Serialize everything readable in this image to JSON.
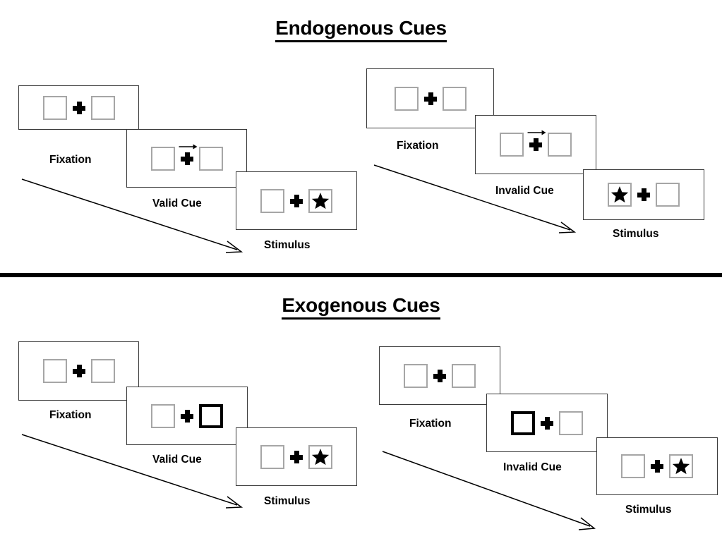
{
  "figure": {
    "sections": [
      {
        "id": "endogenous",
        "title": "Endogenous Cues",
        "sequences": [
          {
            "id": "endogenous-valid",
            "panels": [
              {
                "caption": "Fixation",
                "cue_type": "none",
                "left_box": "empty",
                "right_box": "empty",
                "center": "fixation-cross"
              },
              {
                "caption": "Valid Cue",
                "cue_type": "arrow-right",
                "left_box": "empty",
                "right_box": "empty",
                "center": "fixation-cross"
              },
              {
                "caption": "Stimulus",
                "cue_type": "none",
                "left_box": "empty",
                "right_box": "star",
                "center": "fixation-cross"
              }
            ]
          },
          {
            "id": "endogenous-invalid",
            "panels": [
              {
                "caption": "Fixation",
                "cue_type": "none",
                "left_box": "empty",
                "right_box": "empty",
                "center": "fixation-cross"
              },
              {
                "caption": "Invalid Cue",
                "cue_type": "arrow-right",
                "left_box": "empty",
                "right_box": "empty",
                "center": "fixation-cross"
              },
              {
                "caption": "Stimulus",
                "cue_type": "none",
                "left_box": "star",
                "right_box": "empty",
                "center": "fixation-cross"
              }
            ]
          }
        ]
      },
      {
        "id": "exogenous",
        "title": "Exogenous Cues",
        "sequences": [
          {
            "id": "exogenous-valid",
            "panels": [
              {
                "caption": "Fixation",
                "cue_type": "none",
                "left_box": "empty",
                "right_box": "empty",
                "center": "fixation-cross"
              },
              {
                "caption": "Valid Cue",
                "cue_type": "box-highlight-right",
                "left_box": "empty",
                "right_box": "cued",
                "center": "fixation-cross"
              },
              {
                "caption": "Stimulus",
                "cue_type": "none",
                "left_box": "empty",
                "right_box": "star",
                "center": "fixation-cross"
              }
            ]
          },
          {
            "id": "exogenous-invalid",
            "panels": [
              {
                "caption": "Fixation",
                "cue_type": "none",
                "left_box": "empty",
                "right_box": "empty",
                "center": "fixation-cross"
              },
              {
                "caption": "Invalid Cue",
                "cue_type": "box-highlight-left",
                "left_box": "cued",
                "right_box": "empty",
                "center": "fixation-cross"
              },
              {
                "caption": "Stimulus",
                "cue_type": "none",
                "left_box": "empty",
                "right_box": "star",
                "center": "fixation-cross"
              }
            ]
          }
        ]
      }
    ],
    "colors": {
      "frame_border": "#3a3a3a",
      "box_border": "#a6a6a6",
      "cued_box_border": "#000000",
      "stimulus_fill": "#000000",
      "divider": "#000000",
      "background": "#ffffff"
    }
  }
}
